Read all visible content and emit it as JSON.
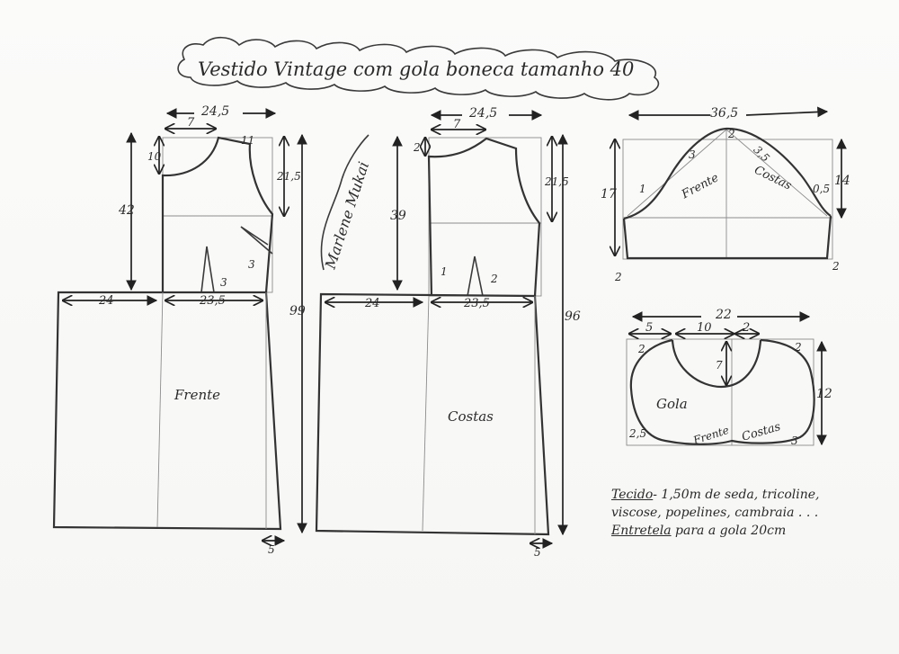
{
  "title": "Vestido Vintage com gola boneca tamanho 40",
  "signature": "Marlene Mukai",
  "front": {
    "label": "Frente",
    "m_top_width": "24,5",
    "m_neck_width": "7",
    "m_neck_depth": "10",
    "m_shoulder": "11",
    "m_armhole": "21,5",
    "m_waist_height": "42",
    "m_dart_width": "3",
    "m_dart_side": "3",
    "m_skirt_left": "24",
    "m_skirt_right": "23,5",
    "m_length": "99",
    "m_hem": "5"
  },
  "back": {
    "label": "Costas",
    "m_top_width": "24,5",
    "m_neck_width": "7",
    "m_neck_depth": "2",
    "m_armhole": "21,5",
    "m_waist_height": "39",
    "m_side_offset": "1",
    "m_dart_width": "2",
    "m_skirt_left": "24",
    "m_skirt_right": "23,5",
    "m_length": "96",
    "m_hem": "5"
  },
  "sleeve": {
    "front_label": "Frente",
    "back_label": "Costas",
    "m_width": "36,5",
    "m_height": "17",
    "m_cap": "14",
    "m_crown": "2",
    "m_front_curve": "3",
    "m_back_curve": "3,5",
    "m_front_lower": "1",
    "m_back_lower": "0,5",
    "m_hem_left": "2",
    "m_hem_right": "2"
  },
  "collar": {
    "label": "Gola",
    "front_label": "Frente",
    "back_label": "Costas",
    "m_width": "22",
    "m_left": "5",
    "m_neck": "10",
    "m_right": "2",
    "m_depth": "7",
    "m_height": "12",
    "m_corner_tl": "2",
    "m_corner_tr": "2",
    "m_corner_bl": "2,5",
    "m_corner_br": "3"
  },
  "notes": {
    "fabric_label": "Tecido",
    "fabric_text": "- 1,50m de seda, tricoline, viscose, popelines, cambraia . . .",
    "interfacing_label": "Entretela",
    "interfacing_text": " para a gola 20cm"
  }
}
